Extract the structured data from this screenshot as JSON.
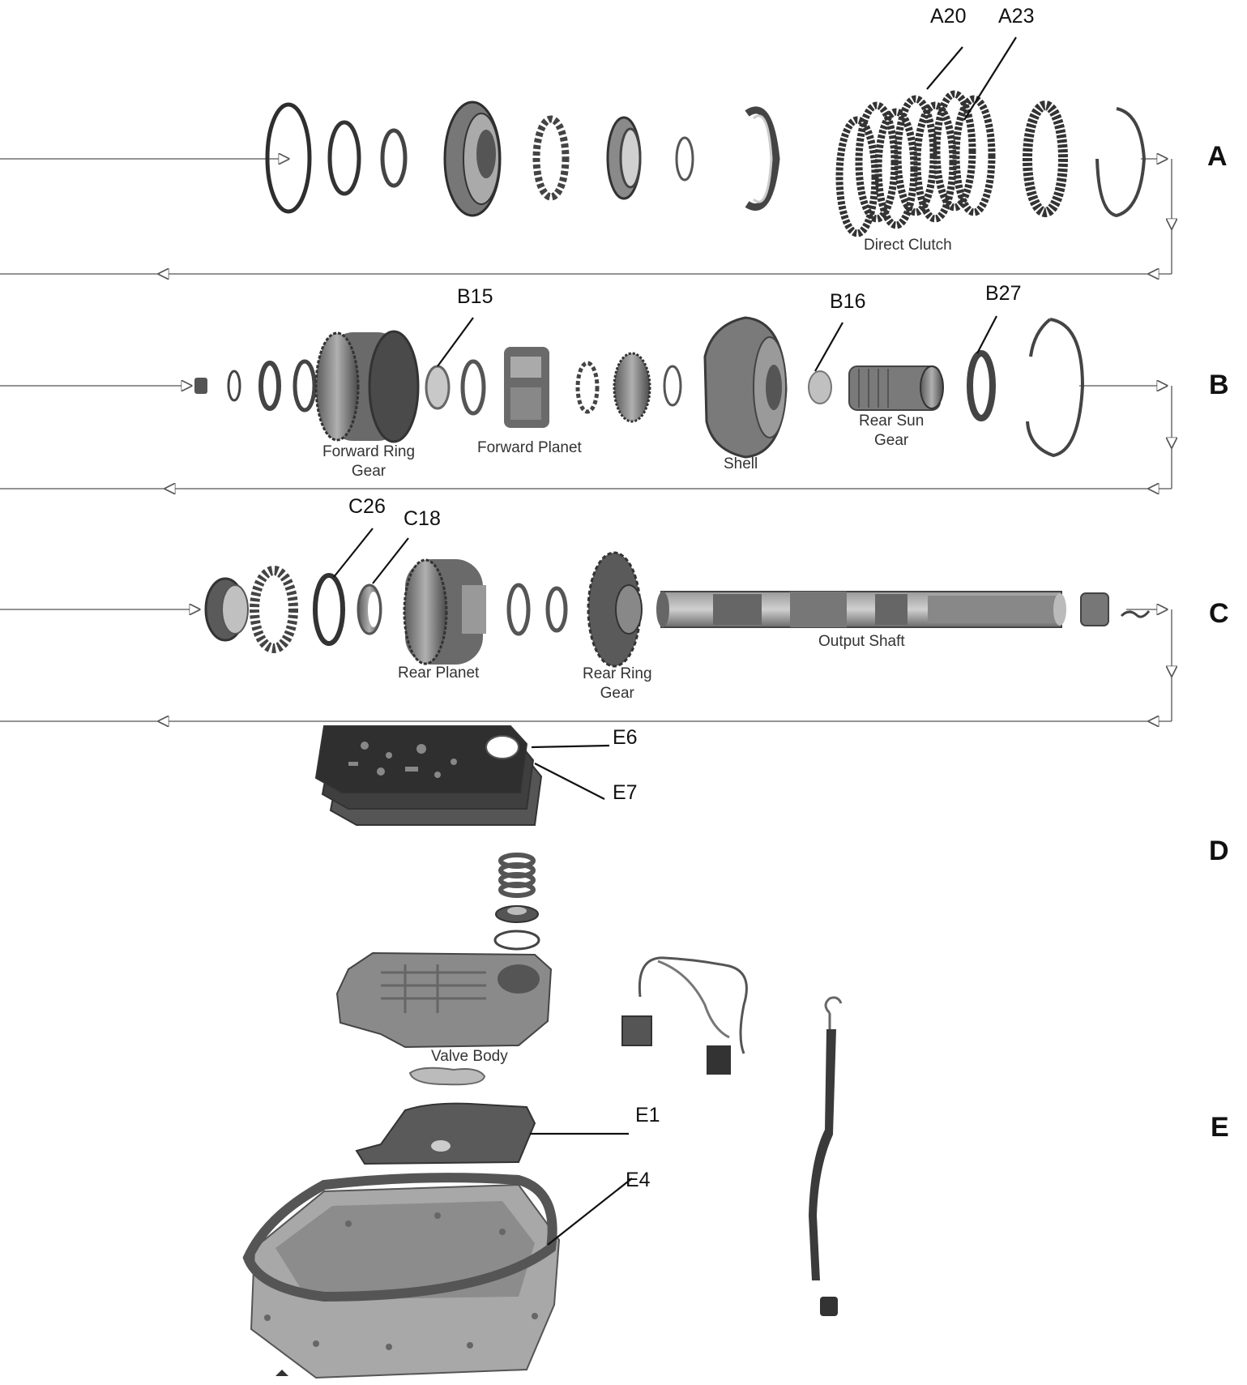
{
  "rows": {
    "a": "A",
    "b": "B",
    "c": "C",
    "d": "D",
    "e": "E"
  },
  "callouts": {
    "a20": "A20",
    "a23": "A23",
    "b15": "B15",
    "b16": "B16",
    "b27": "B27",
    "c26": "C26",
    "c18": "C18",
    "e6": "E6",
    "e7": "E7",
    "e1": "E1",
    "e4": "E4"
  },
  "captions": {
    "direct_clutch": "Direct Clutch",
    "forward_ring_gear": "Forward Ring\nGear",
    "forward_planet": "Forward Planet",
    "shell": "Shell",
    "rear_sun_gear": "Rear Sun\nGear",
    "rear_planet": "Rear Planet",
    "rear_ring_gear": "Rear Ring\nGear",
    "output_shaft": "Output Shaft",
    "valve_body": "Valve Body"
  },
  "colors": {
    "part_dark": "#3a3a3a",
    "part_mid": "#7a7a7a",
    "part_light": "#b8b8b8",
    "flow_line": "#555555"
  }
}
